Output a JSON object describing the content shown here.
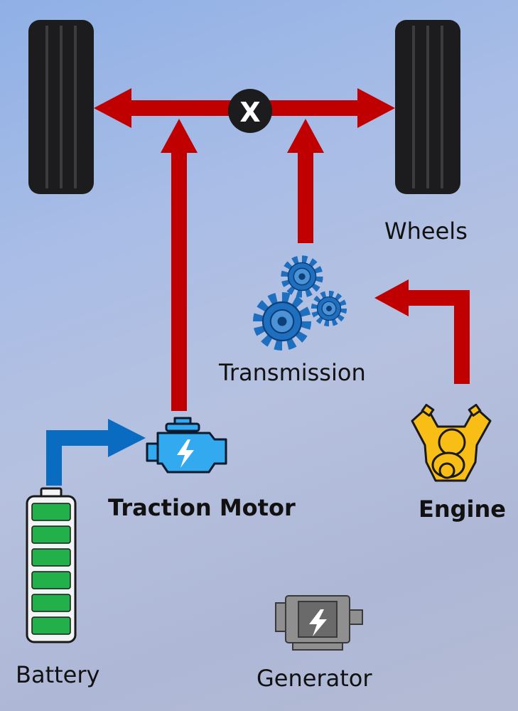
{
  "labels": {
    "wheels": "Wheels",
    "transmission": "Transmission",
    "traction_motor": "Traction Motor",
    "engine": "Engine",
    "battery": "Battery",
    "generator": "Generator",
    "junction_mark": "X"
  },
  "colors": {
    "mechanical_power_arrow": "#c00000",
    "electrical_power_arrow": "#0a6cc0",
    "tire": "#1c1c1e",
    "motor": "#33a9f0",
    "gears": "#1e6fc0",
    "engine": "#f9be16",
    "battery_cells": "#22b04a",
    "generator": "#8f8f8f"
  },
  "icons": {
    "left_wheel": "tire-icon",
    "right_wheel": "tire-icon",
    "transmission": "gears-icon",
    "traction_motor": "electric-motor-icon",
    "engine": "engine-icon",
    "battery": "battery-icon",
    "generator": "generator-icon"
  }
}
